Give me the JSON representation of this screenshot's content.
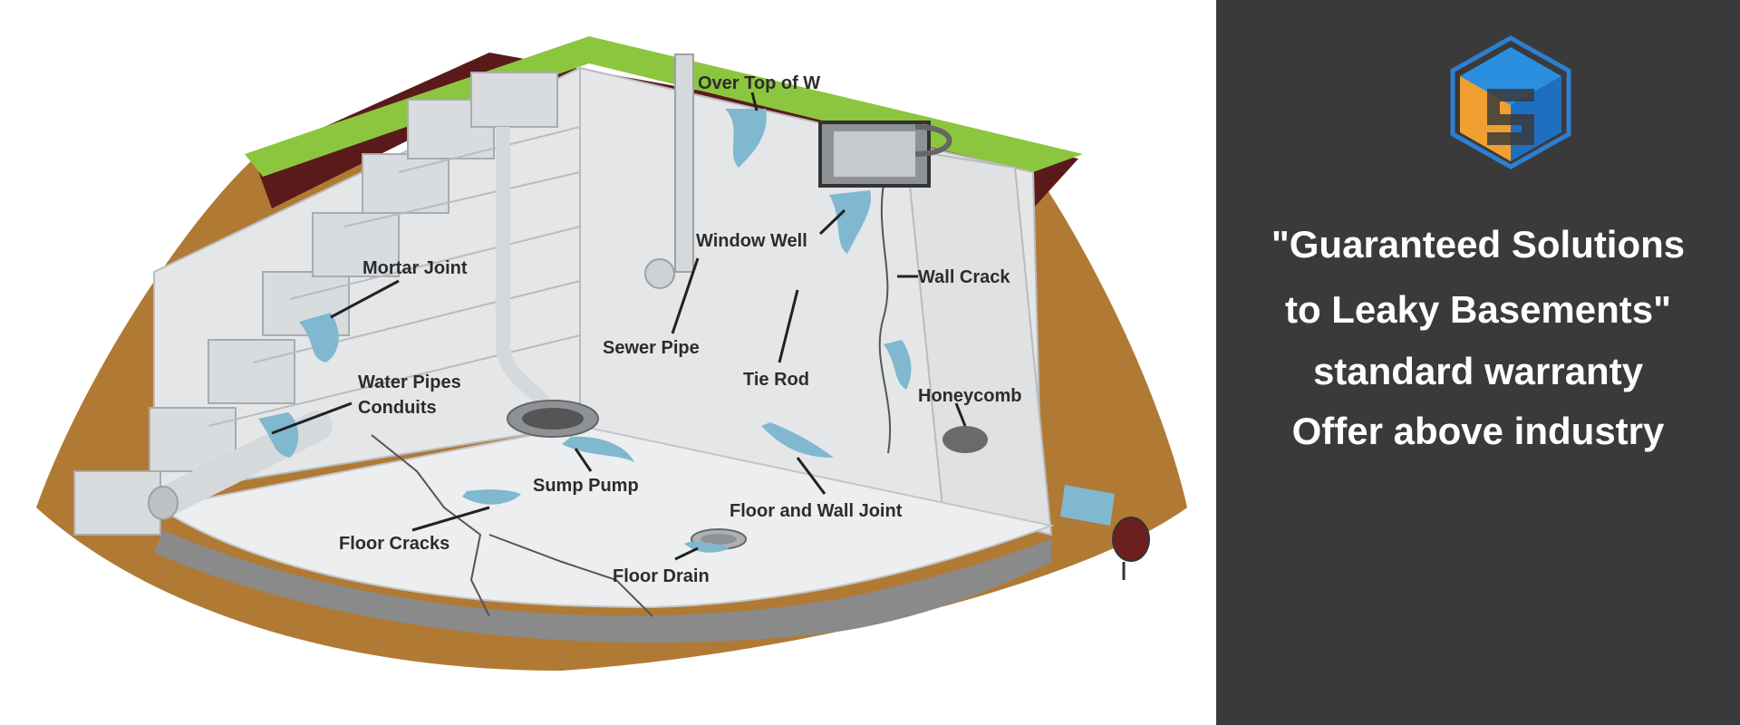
{
  "diagram": {
    "labels": {
      "over_top": "Over Top of W",
      "window_well": "Window Well",
      "mortar_joint": "Mortar Joint",
      "wall_crack": "Wall Crack",
      "sewer_pipe": "Sewer Pipe",
      "tie_rod": "Tie Rod",
      "water_pipes": "Water Pipes",
      "conduits": "Conduits",
      "honeycomb": "Honeycomb",
      "sump_pump": "Sump Pump",
      "floor_wall_joint": "Floor and Wall Joint",
      "floor_cracks": "Floor Cracks",
      "floor_drain": "Floor Drain"
    },
    "colors": {
      "grass": "#8cc63f",
      "soil": "#b07a34",
      "topsoil": "#5a1a1a",
      "wall": "#e4e6e8",
      "floor": "#eceeef",
      "water": "#7fb8cf",
      "gravel": "#8a8a8a"
    }
  },
  "sidebar": {
    "background": "#3a3a3a",
    "logo_icon": "hexagon-logo-icon",
    "headline_lines": [
      "\"Guaranteed Solutions",
      "to Leaky Basements\"",
      "standard warranty",
      "Offer above industry"
    ]
  }
}
